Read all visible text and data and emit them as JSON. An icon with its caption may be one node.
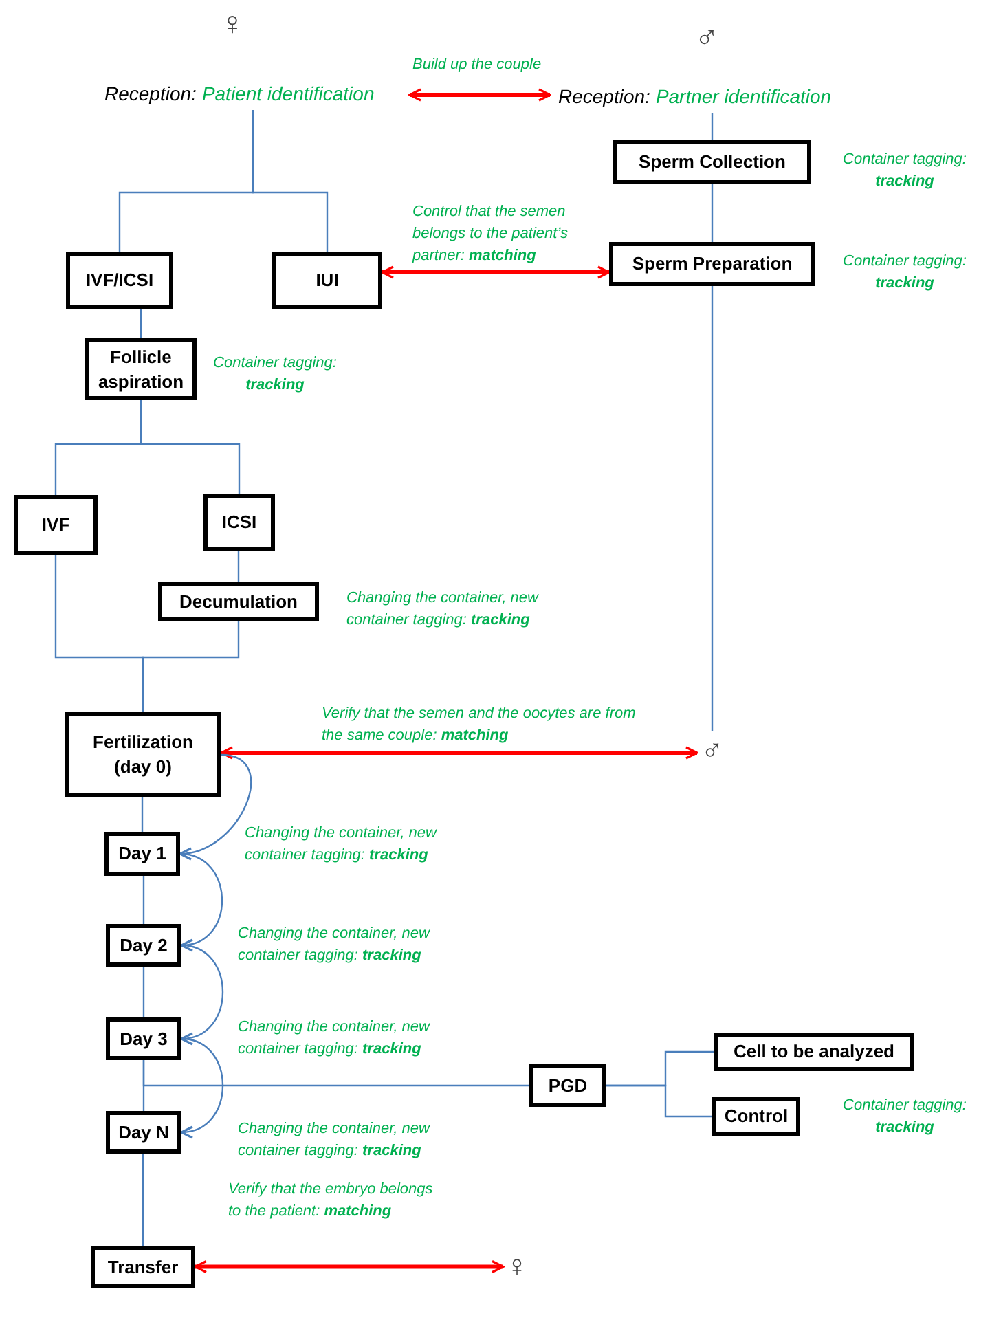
{
  "diagram": {
    "nodes": [
      {
        "text": [
          "Reception:",
          "Patient identification"
        ]
      },
      {
        "text": [
          "Reception:",
          "Partner identification"
        ]
      },
      {
        "text": [
          "IVF/ICSI"
        ]
      },
      {
        "text": [
          "IUI"
        ]
      },
      {
        "text": [
          "Sperm Collection"
        ],
        "beside": [
          "Container tagging: **tracking**"
        ]
      },
      {
        "text": [
          "Sperm Preparation"
        ],
        "beside": [
          "Container tagging: **tracking**"
        ]
      },
      {
        "text": [
          "Follicle aspiration"
        ],
        "beside": [
          "Container tagging: **tracking**"
        ]
      },
      {
        "text": [
          "IVF"
        ]
      },
      {
        "text": [
          "ICSI"
        ]
      },
      {
        "text": [
          "Decumulation"
        ],
        "beside": [
          "Changing the container, new container tagging: **tracking**"
        ]
      },
      {
        "text": [
          "Fertilization (day 0)"
        ]
      },
      {
        "text": [
          "Day 1"
        ]
      },
      {
        "text": [
          "Day 2"
        ]
      },
      {
        "text": [
          "Day 3"
        ]
      },
      {
        "text": [
          "PGD"
        ]
      },
      {
        "text": [
          "Cell to be analyzed"
        ]
      },
      {
        "text": [
          "Control"
        ],
        "beside": [
          "Container tagging: **tracking**"
        ]
      },
      {
        "text": [
          "Day N"
        ]
      },
      {
        "text": [
          "Transfer"
        ]
      },
      {
        "text": [
          "♂"
        ]
      },
      {
        "text": [
          "♀"
        ]
      }
    ],
    "edges": [
      {
        "from": 0,
        "to": 1,
        "arrow": "both",
        "label": "Build up the couple",
        "color": "#ff0000",
        "style": "thick"
      },
      {
        "from": 0,
        "to": 2,
        "arrow": "none"
      },
      {
        "from": 0,
        "to": 3,
        "arrow": "none"
      },
      {
        "from": 1,
        "to": 4,
        "arrow": "none"
      },
      {
        "from": 4,
        "to": 5,
        "arrow": "none"
      },
      {
        "from": 5,
        "to": 19,
        "arrow": "none"
      },
      {
        "from": 3,
        "to": 5,
        "arrow": "both",
        "label": "Control that the semen belongs to the patient’s partner: **matching**",
        "color": "#ff0000",
        "style": "thick"
      },
      {
        "from": 2,
        "to": 6,
        "arrow": "none"
      },
      {
        "from": 6,
        "to": 7,
        "arrow": "none"
      },
      {
        "from": 6,
        "to": 8,
        "arrow": "none"
      },
      {
        "from": 8,
        "to": 9,
        "arrow": "none"
      },
      {
        "from": 7,
        "to": 10,
        "arrow": "none"
      },
      {
        "from": 9,
        "to": 10,
        "arrow": "none"
      },
      {
        "from": 10,
        "to": 19,
        "arrow": "both",
        "label": "Verify that the semen and the oocytes are from the same couple: **matching**",
        "color": "#ff0000",
        "style": "thick"
      },
      {
        "from": 10,
        "to": 11,
        "arrow": "none"
      },
      {
        "from": 11,
        "to": 12,
        "arrow": "none"
      },
      {
        "from": 12,
        "to": 13,
        "arrow": "none"
      },
      {
        "from": 13,
        "to": 17,
        "arrow": "none"
      },
      {
        "from": 17,
        "to": 18,
        "arrow": "none"
      },
      {
        "from": 13,
        "to": 14,
        "arrow": "none"
      },
      {
        "from": 14,
        "to": 15,
        "arrow": "none"
      },
      {
        "from": 14,
        "to": 16,
        "arrow": "none"
      },
      {
        "from": 10,
        "to": 11,
        "arrow": "to",
        "label": "Changing the container, new container tagging: **tracking**"
      },
      {
        "from": 11,
        "to": 12,
        "arrow": "to",
        "label": "Changing the container, new container tagging: **tracking**"
      },
      {
        "from": 12,
        "to": 13,
        "arrow": "to",
        "label": "Changing the container, new container tagging: **tracking**"
      },
      {
        "from": 13,
        "to": 17,
        "arrow": "to",
        "label": "Changing the container, new container tagging: **tracking**"
      },
      {
        "from": 18,
        "to": 20,
        "arrow": "both",
        "label": "Verify that the embryo belongs to the patient: **matching**",
        "color": "#ff0000",
        "style": "thick"
      }
    ],
    "labels": [
      "♀",
      "♂"
    ]
  }
}
